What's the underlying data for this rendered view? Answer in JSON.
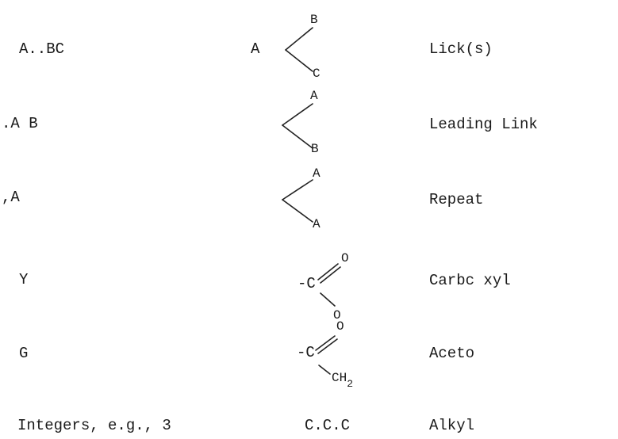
{
  "rows": [
    {
      "notation": "A..BC",
      "structure": {
        "center": "A",
        "upper": "B",
        "lower": "C"
      },
      "meaning": "Lick(s)"
    },
    {
      "notation": ".A B",
      "structure": {
        "upper": "A",
        "lower": "B"
      },
      "meaning": "Leading Link"
    },
    {
      "notation": ",A",
      "structure": {
        "upper": "A",
        "lower": "A"
      },
      "meaning": "Repeat"
    },
    {
      "notation": "Y",
      "structure": {
        "prefix": "-C",
        "upper": "O",
        "lower": "O"
      },
      "meaning": "Carbc xyl"
    },
    {
      "notation": "G",
      "structure": {
        "prefix": "-C",
        "upper": "O",
        "lower": "CH",
        "lower_sub": "2"
      },
      "meaning": "Aceto"
    },
    {
      "notation": "Integers, e.g., 3",
      "structure": {
        "text": "C.C.C"
      },
      "meaning": "Alkyl"
    }
  ]
}
